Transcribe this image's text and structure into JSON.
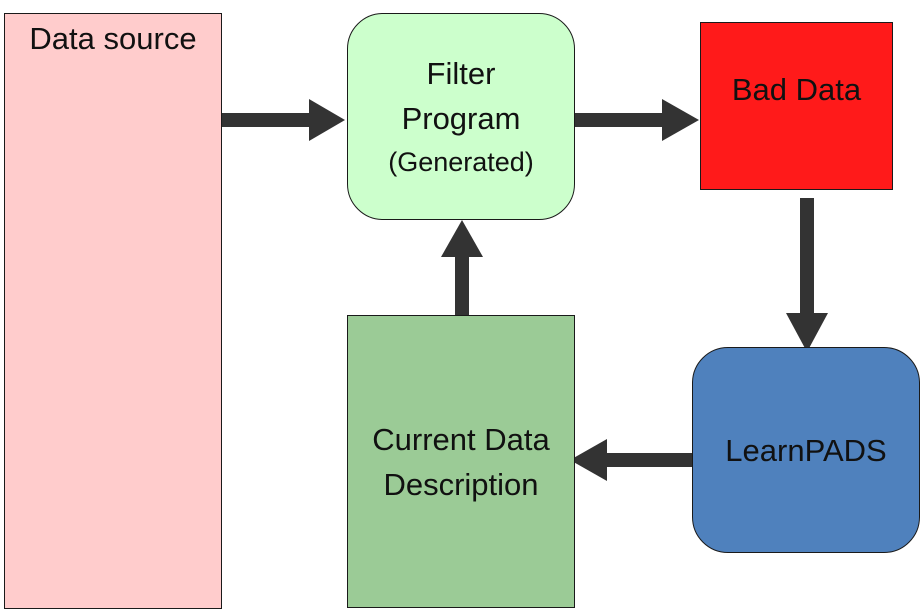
{
  "diagram": {
    "data_source": {
      "label": "Data source"
    },
    "filter_program": {
      "line1": "Filter",
      "line2": "Program",
      "line3": "(Generated)"
    },
    "bad_data": {
      "label": "Bad Data"
    },
    "learnpads": {
      "label": "LearnPADS"
    },
    "current_description": {
      "line1": "Current Data",
      "line2": "Description"
    },
    "connections": [
      {
        "from": "Data source",
        "to": "Filter Program"
      },
      {
        "from": "Filter Program",
        "to": "Bad Data"
      },
      {
        "from": "Bad Data",
        "to": "LearnPADS"
      },
      {
        "from": "LearnPADS",
        "to": "Current Data Description"
      },
      {
        "from": "Current Data Description",
        "to": "Filter Program"
      }
    ],
    "colors": {
      "data_source": "#ffcccc",
      "filter_program": "#ccffcc",
      "bad_data": "#ff1a1a",
      "learnpads": "#4f81bd",
      "current_description": "#9bcb96",
      "arrow": "#333333"
    }
  }
}
